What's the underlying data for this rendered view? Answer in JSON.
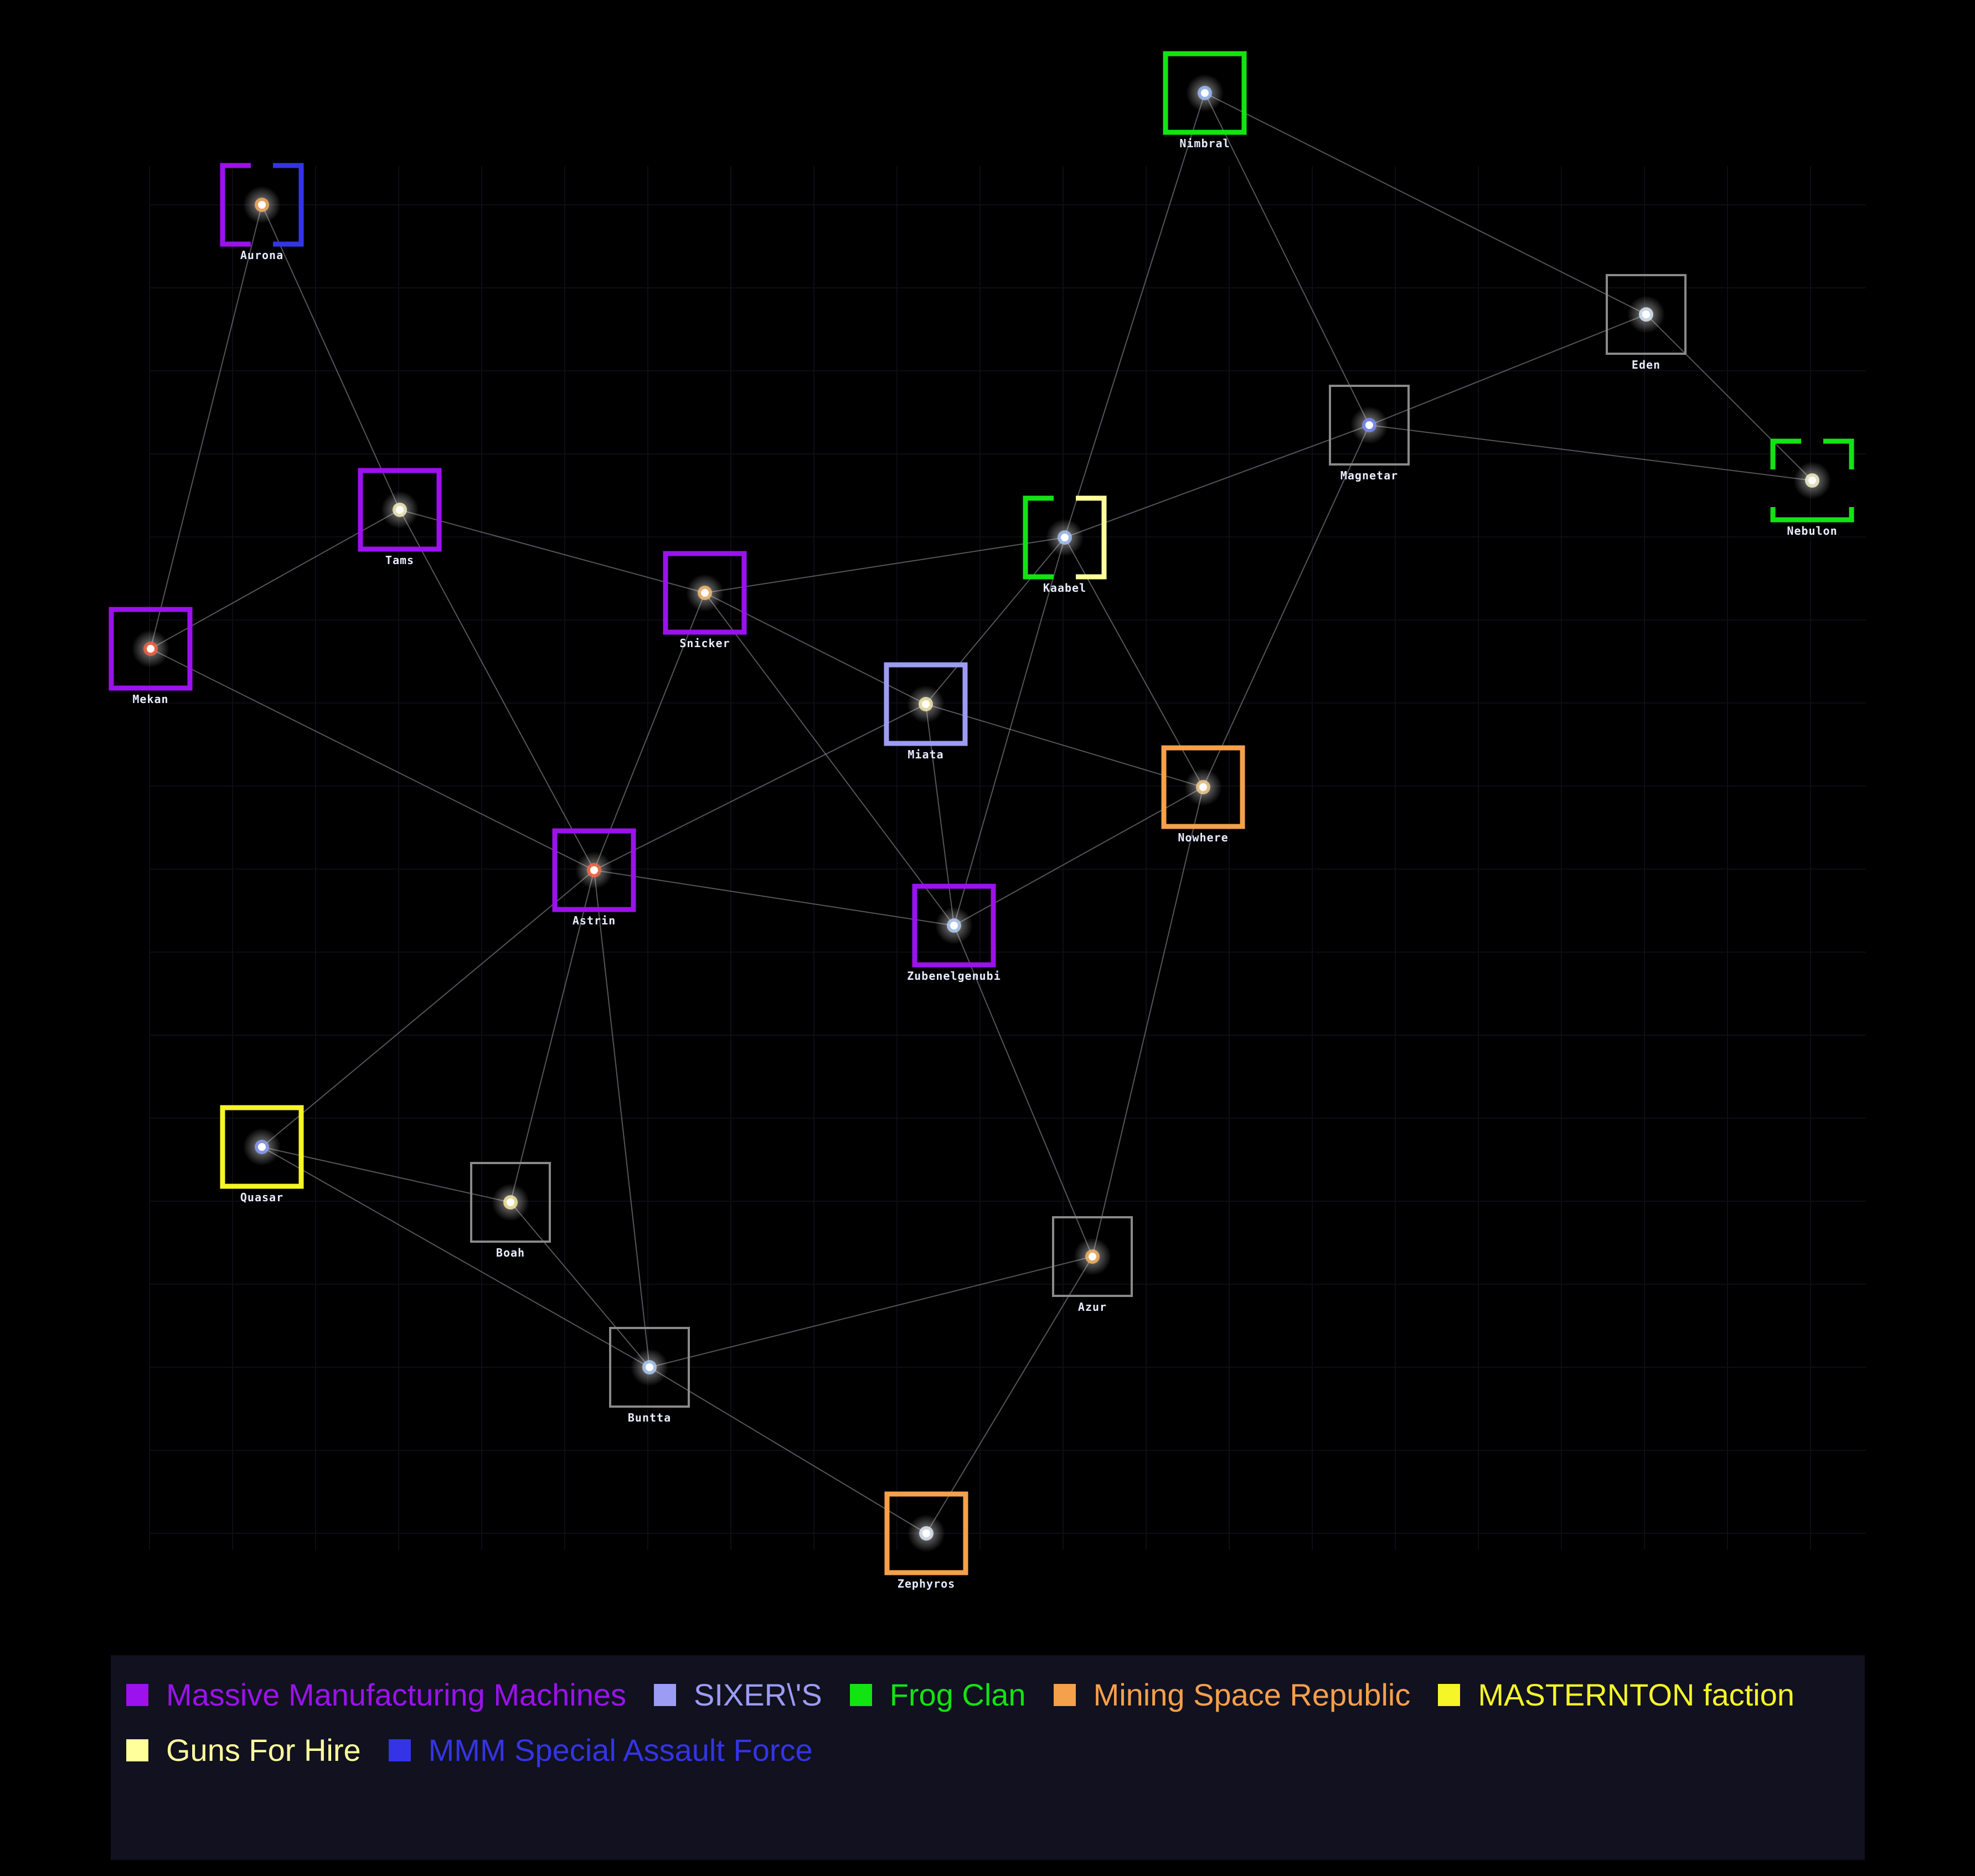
{
  "factions": {
    "mmm": {
      "name": "Massive Manufacturing Machines",
      "color": "#9b12ee"
    },
    "sixers": {
      "name": "SIXER\\'S",
      "color": "#9c9cf5"
    },
    "frog": {
      "name": "Frog Clan",
      "color": "#12e412"
    },
    "msr": {
      "name": "Mining Space Republic",
      "color": "#f5a04a"
    },
    "masternton": {
      "name": "MASTERNTON faction",
      "color": "#f5f528"
    },
    "gfh": {
      "name": "Guns For Hire",
      "color": "#ffff9c"
    },
    "mmmsaf": {
      "name": "MMM Special Assault Force",
      "color": "#3434e6"
    },
    "unclaimed": {
      "name": "",
      "color": "#8a8a8a"
    }
  },
  "legend": {
    "items": [
      {
        "label": "Massive Manufacturing Machines",
        "color": "#9b12ee"
      },
      {
        "label": "SIXER\\'S",
        "color": "#9c9cf5"
      },
      {
        "label": "Frog Clan",
        "color": "#12e412"
      },
      {
        "label": "Mining Space Republic",
        "color": "#f5a04a"
      },
      {
        "label": "MASTERNTON faction",
        "color": "#f5f528"
      },
      {
        "label": "Guns For Hire",
        "color": "#ffff9c"
      },
      {
        "label": "MMM Special Assault Force",
        "color": "#3434e6"
      }
    ]
  },
  "systems": [
    {
      "name": "Nimbral",
      "star": "#9fc0ff",
      "owner": "frog"
    },
    {
      "name": "Aurona",
      "star": "#ffb060",
      "owner": "mmm",
      "contested": "mmmsaf"
    },
    {
      "name": "Eden",
      "star": "#e0f0ff",
      "owner": "unclaimed"
    },
    {
      "name": "Magnetar",
      "star": "#7a8cff",
      "owner": "unclaimed"
    },
    {
      "name": "Nebulon",
      "star": "#fffbd0",
      "owner": "frog",
      "partial": true
    },
    {
      "name": "Tams",
      "star": "#fff6c0",
      "owner": "mmm"
    },
    {
      "name": "Kaabel",
      "star": "#a8c8ff",
      "owner": "frog",
      "contested": "gfh"
    },
    {
      "name": "Snicker",
      "star": "#ffc070",
      "owner": "mmm"
    },
    {
      "name": "Mekan",
      "star": "#ff6040",
      "owner": "mmm"
    },
    {
      "name": "Miata",
      "star": "#fff0b0",
      "owner": "sixers"
    },
    {
      "name": "Nowhere",
      "star": "#ffd090",
      "owner": "msr"
    },
    {
      "name": "Astrin",
      "star": "#ff6a40",
      "owner": "mmm"
    },
    {
      "name": "Zubenelgenubi",
      "star": "#b8d4ff",
      "owner": "mmm"
    },
    {
      "name": "Quasar",
      "star": "#8fa0ff",
      "owner": "masternton"
    },
    {
      "name": "Boah",
      "star": "#fff0a0",
      "owner": "unclaimed"
    },
    {
      "name": "Azur",
      "star": "#ffb860",
      "owner": "unclaimed"
    },
    {
      "name": "Buntta",
      "star": "#b0d0ff",
      "owner": "unclaimed"
    },
    {
      "name": "Zephyros",
      "star": "#e8f2ff",
      "owner": "msr"
    }
  ],
  "lanes": [
    [
      "Nimbral",
      "Magnetar"
    ],
    [
      "Nimbral",
      "Kaabel"
    ],
    [
      "Nimbral",
      "Eden"
    ],
    [
      "Aurona",
      "Tams"
    ],
    [
      "Aurona",
      "Mekan"
    ],
    [
      "Eden",
      "Magnetar"
    ],
    [
      "Eden",
      "Nebulon"
    ],
    [
      "Magnetar",
      "Nebulon"
    ],
    [
      "Magnetar",
      "Kaabel"
    ],
    [
      "Magnetar",
      "Nowhere"
    ],
    [
      "Tams",
      "Mekan"
    ],
    [
      "Tams",
      "Snicker"
    ],
    [
      "Tams",
      "Astrin"
    ],
    [
      "Snicker",
      "Kaabel"
    ],
    [
      "Snicker",
      "Miata"
    ],
    [
      "Snicker",
      "Astrin"
    ],
    [
      "Snicker",
      "Zubenelgenubi"
    ],
    [
      "Kaabel",
      "Miata"
    ],
    [
      "Kaabel",
      "Nowhere"
    ],
    [
      "Kaabel",
      "Zubenelgenubi"
    ],
    [
      "Mekan",
      "Astrin"
    ],
    [
      "Miata",
      "Nowhere"
    ],
    [
      "Miata",
      "Zubenelgenubi"
    ],
    [
      "Miata",
      "Astrin"
    ],
    [
      "Nowhere",
      "Zubenelgenubi"
    ],
    [
      "Nowhere",
      "Azur"
    ],
    [
      "Astrin",
      "Zubenelgenubi"
    ],
    [
      "Astrin",
      "Quasar"
    ],
    [
      "Astrin",
      "Boah"
    ],
    [
      "Astrin",
      "Buntta"
    ],
    [
      "Zubenelgenubi",
      "Azur"
    ],
    [
      "Quasar",
      "Boah"
    ],
    [
      "Quasar",
      "Buntta"
    ],
    [
      "Boah",
      "Buntta"
    ],
    [
      "Buntta",
      "Azur"
    ],
    [
      "Buntta",
      "Zephyros"
    ],
    [
      "Azur",
      "Zephyros"
    ]
  ]
}
